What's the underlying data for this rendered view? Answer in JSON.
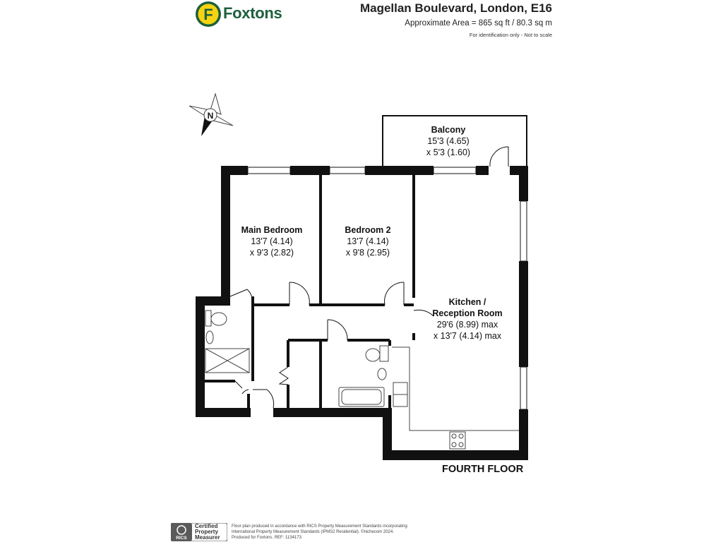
{
  "brand": {
    "name": "Foxtons",
    "logo_letter": "F",
    "green": "#1d5f3c",
    "yellow": "#f5d312"
  },
  "header": {
    "title": "Magellan Boulevard, London, E16",
    "area": "Approximate Area = 865 sq ft / 80.3 sq m",
    "note": "For identification only - Not to scale"
  },
  "compass": {
    "letter": "N"
  },
  "rooms": {
    "balcony": {
      "name": "Balcony",
      "dim1": "15'3 (4.65)",
      "dim2": "x 5'3 (1.60)"
    },
    "main_bedroom": {
      "name": "Main Bedroom",
      "dim1": "13'7 (4.14)",
      "dim2": "x 9'3 (2.82)"
    },
    "bedroom2": {
      "name": "Bedroom 2",
      "dim1": "13'7 (4.14)",
      "dim2": "x 9'8 (2.95)"
    },
    "kitchen": {
      "name1": "Kitchen /",
      "name2": "Reception Room",
      "dim1": "29'6 (8.99) max",
      "dim2": "x 13'7 (4.14) max"
    }
  },
  "floor": "FOURTH FLOOR",
  "footer": {
    "badge_org": "RICS",
    "badge": [
      "Certified",
      "Property",
      "Measurer"
    ],
    "lines": [
      "Floor plan produced in accordance with RICS Property Measurement Standards incorporating",
      "International Property Measurement Standards (IPMS2 Residential).  ©nichecom 2024.",
      "Produced for Foxtons.   REF: 1134173"
    ]
  }
}
